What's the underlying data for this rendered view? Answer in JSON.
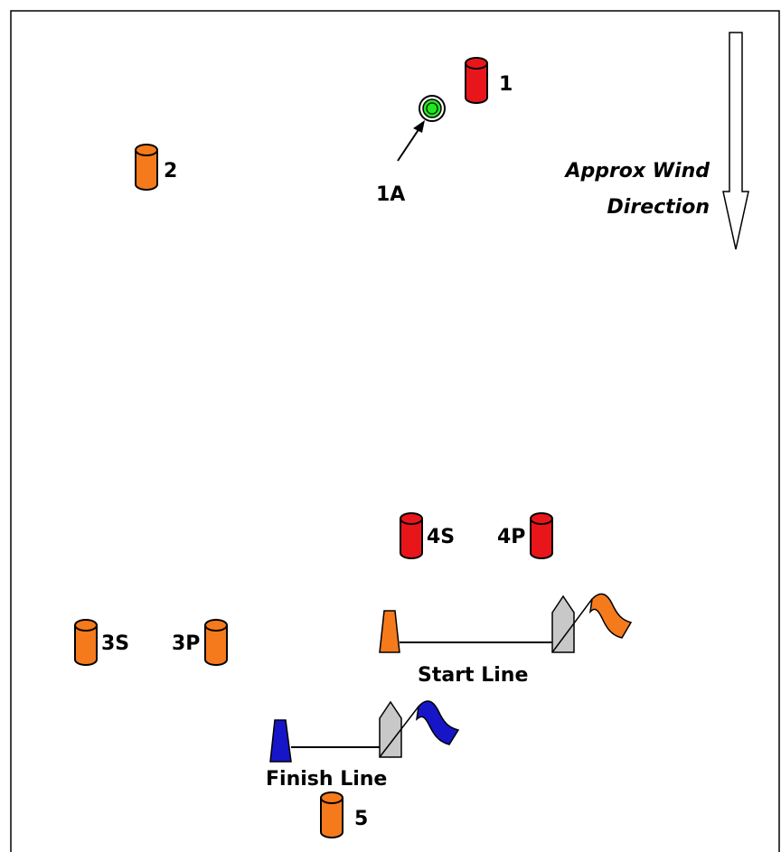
{
  "colors": {
    "red_mark": "#e8161b",
    "orange_mark": "#f57a1c",
    "green_mark": "#22e61f",
    "blue_flag": "#1616c8",
    "committee_boat": "#c8c8c8",
    "orange_flag": "#f57a1c",
    "line": "#000000"
  },
  "marks": [
    {
      "id": "1",
      "label": "1",
      "color": "red"
    },
    {
      "id": "2",
      "label": "2",
      "color": "orange"
    },
    {
      "id": "3s",
      "label": "3S",
      "color": "orange"
    },
    {
      "id": "3p",
      "label": "3P",
      "color": "orange"
    },
    {
      "id": "4s",
      "label": "4S",
      "color": "red"
    },
    {
      "id": "4p",
      "label": "4P",
      "color": "red"
    },
    {
      "id": "5",
      "label": "5",
      "color": "orange"
    }
  ],
  "mark_1a": {
    "label": "1A",
    "color": "green"
  },
  "wind": {
    "line1": "Approx Wind",
    "line2": "Direction",
    "icon": "down-arrow-icon"
  },
  "start_line": {
    "label": "Start Line",
    "pin_color": "orange",
    "flag_color": "orange"
  },
  "finish_line": {
    "label": "Finish Line",
    "pin_color": "blue",
    "flag_color": "blue"
  }
}
